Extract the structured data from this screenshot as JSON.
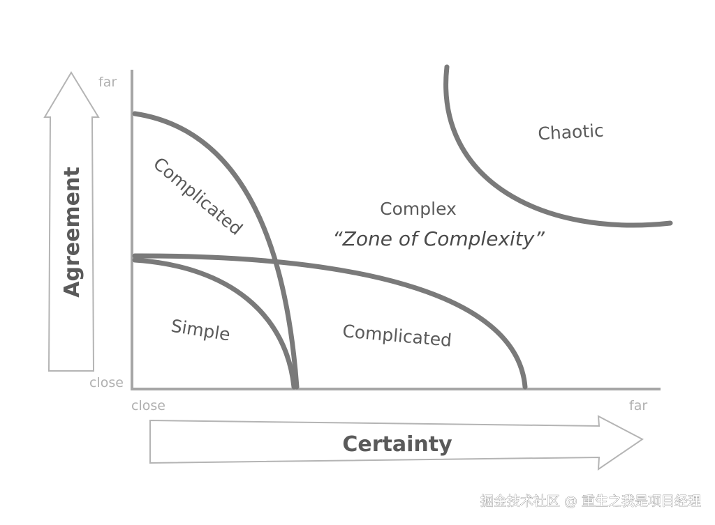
{
  "diagram": {
    "vertical_axis": {
      "title": "Agreement",
      "top_label": "far",
      "bottom_label": "close"
    },
    "horizontal_axis": {
      "title": "Certainty",
      "left_label": "close",
      "right_label": "far"
    },
    "zones": {
      "complicated_upper": "Complicated",
      "simple": "Simple",
      "complicated_lower": "Complicated",
      "complex": "Complex",
      "zone_of_complexity": "“Zone of Complexity”",
      "chaotic": "Chaotic"
    },
    "colors": {
      "curve": "#7a7a7a",
      "axis": "#a6a6a6",
      "arrow_outline": "#b4b4b4",
      "label": "#5a5a5a",
      "tick_label": "#b0b0b0"
    }
  },
  "watermark": {
    "text": "掘金技术社区 @ 重生之我是项目经理"
  }
}
